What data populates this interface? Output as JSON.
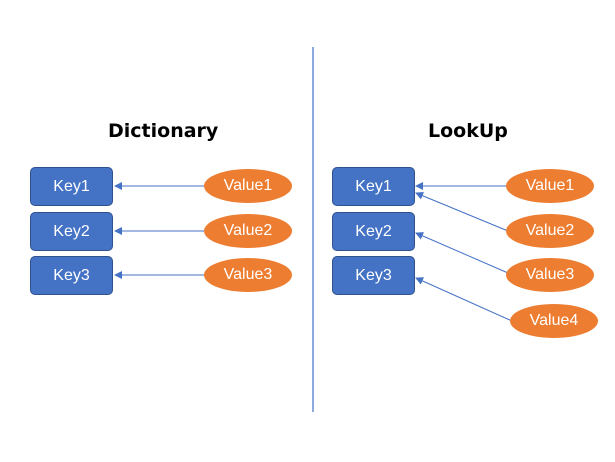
{
  "colors": {
    "key_fill": "#4472c4",
    "key_border": "#2f528f",
    "value_fill": "#ed7d31",
    "arrow": "#4472c4",
    "divider": "#4472c4",
    "text_on_shape": "#ffffff",
    "title": "#000000"
  },
  "dictionary": {
    "title": "Dictionary",
    "keys": [
      "Key1",
      "Key2",
      "Key3"
    ],
    "values": [
      "Value1",
      "Value2",
      "Value3"
    ]
  },
  "lookup": {
    "title": "LookUp",
    "keys": [
      "Key1",
      "Key2",
      "Key3"
    ],
    "values": [
      "Value1",
      "Value2",
      "Value3",
      "Value4"
    ]
  }
}
